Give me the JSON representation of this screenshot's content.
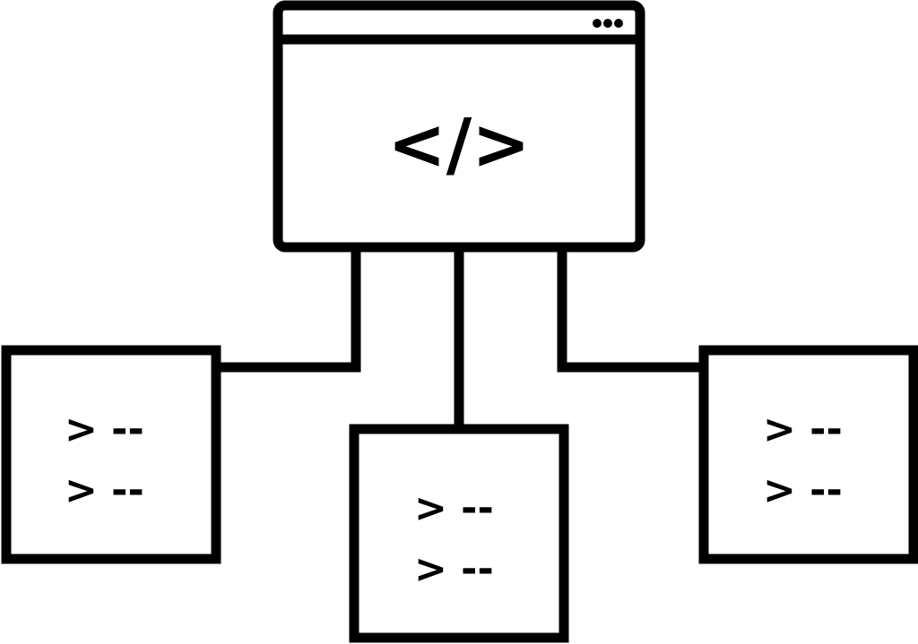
{
  "browser_window": {
    "menu_icon": "more-horizontal-icon",
    "code_symbol": "</>"
  },
  "terminals": [
    {
      "id": "left",
      "lines": [
        "> --",
        "> --"
      ]
    },
    {
      "id": "center",
      "lines": [
        "> --",
        "> --"
      ]
    },
    {
      "id": "right",
      "lines": [
        "> --",
        "> --"
      ]
    }
  ],
  "colors": {
    "stroke": "#000000",
    "background": "#ffffff"
  }
}
